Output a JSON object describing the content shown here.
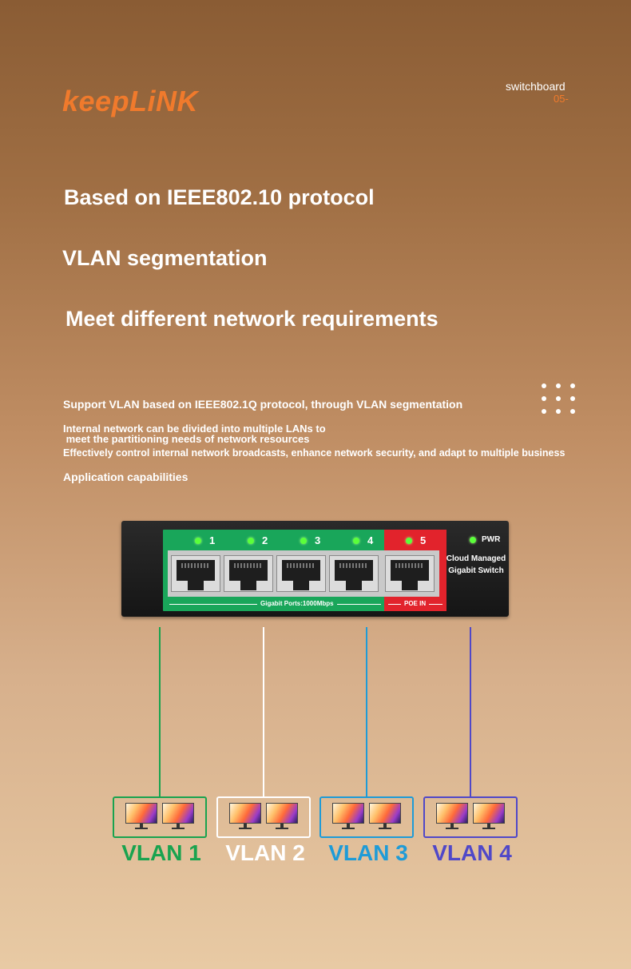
{
  "brand": "keepLiNK",
  "tag": {
    "label": "switchboard",
    "number": "05-"
  },
  "headlines": [
    "Based on IEEE802.10 protocol",
    "VLAN segmentation",
    "Meet different network requirements"
  ],
  "paragraphs": [
    "Support VLAN based on IEEE802.1Q protocol, through VLAN segmentation",
    "Internal network can be divided into multiple LANs to",
    " meet the partitioning needs of network resources",
    "Effectively control internal network broadcasts, enhance network security, and adapt to multiple business",
    "Application capabilities"
  ],
  "switch": {
    "ports": [
      "1",
      "2",
      "3",
      "4",
      "5"
    ],
    "pwr": "PWR",
    "model_line1": "Cloud Managed",
    "model_line2": "Gigabit Switch",
    "gigabit_label": "Gigabit Ports:1000Mbps",
    "poe_label": "POE IN"
  },
  "vlans": [
    {
      "label": "VLAN 1",
      "color": "#19a34f"
    },
    {
      "label": "VLAN 2",
      "color": "#ffffff"
    },
    {
      "label": "VLAN 3",
      "color": "#1e9bd7"
    },
    {
      "label": "VLAN 4",
      "color": "#5048c8"
    }
  ]
}
